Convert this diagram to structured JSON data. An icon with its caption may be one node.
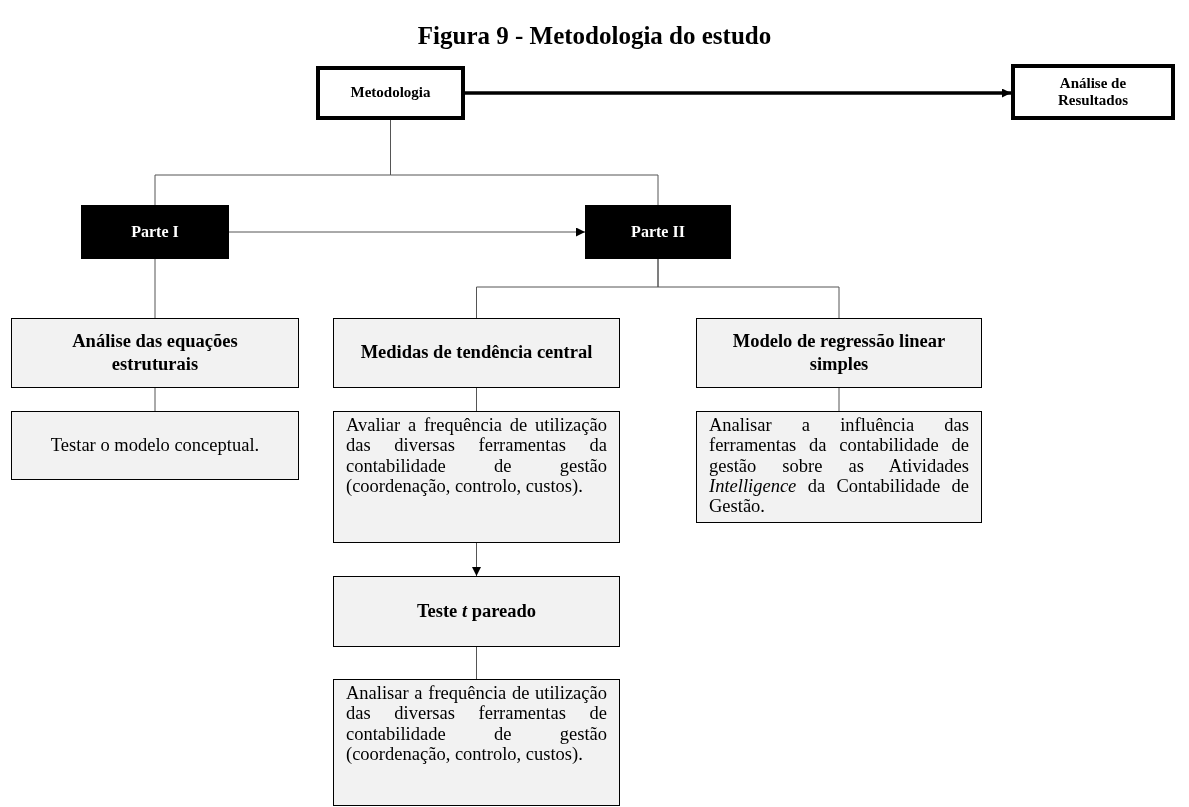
{
  "diagram": {
    "title": "Figura 9 - Metodologia do estudo",
    "nodes": [
      {
        "text": [
          "Metodologia"
        ]
      },
      {
        "text": [
          "Análise de Resultados"
        ]
      },
      {
        "text": [
          "Parte I"
        ]
      },
      {
        "text": [
          "Parte II"
        ]
      },
      {
        "text": [
          "Análise das equações estruturais"
        ]
      },
      {
        "text": [
          "Testar o modelo conceptual."
        ]
      },
      {
        "text": [
          "Medidas de tendência central"
        ]
      },
      {
        "text": [
          "Avaliar a frequência de utilização das diversas ferramentas da contabilidade de gestão (coordenação, controlo, custos)."
        ]
      },
      {
        "text": [
          "Modelo de regressão linear simples"
        ]
      },
      {
        "text": [
          "Analisar a influência das ferramentas da contabilidade de gestão sobre as Atividades *Intelligence* da Contabilidade de Gestão."
        ]
      },
      {
        "text": [
          "Teste *t* pareado"
        ]
      },
      {
        "text": [
          "Analisar a frequência de utilização das diversas ferramentas de contabilidade de gestão (coordenação, controlo, custos)."
        ]
      }
    ],
    "edges": [
      {
        "from": 0,
        "to": 1,
        "arrow": "to",
        "style": "thick"
      },
      {
        "from": 0,
        "to": 2,
        "arrow": "none"
      },
      {
        "from": 0,
        "to": 3,
        "arrow": "none"
      },
      {
        "from": 2,
        "to": 3,
        "arrow": "to"
      },
      {
        "from": 2,
        "to": 4,
        "arrow": "none"
      },
      {
        "from": 4,
        "to": 5,
        "arrow": "none"
      },
      {
        "from": 3,
        "to": 6,
        "arrow": "none"
      },
      {
        "from": 3,
        "to": 8,
        "arrow": "none"
      },
      {
        "from": 6,
        "to": 7,
        "arrow": "none"
      },
      {
        "from": 8,
        "to": 9,
        "arrow": "none"
      },
      {
        "from": 7,
        "to": 10,
        "arrow": "to"
      },
      {
        "from": 10,
        "to": 11,
        "arrow": "none"
      }
    ]
  }
}
